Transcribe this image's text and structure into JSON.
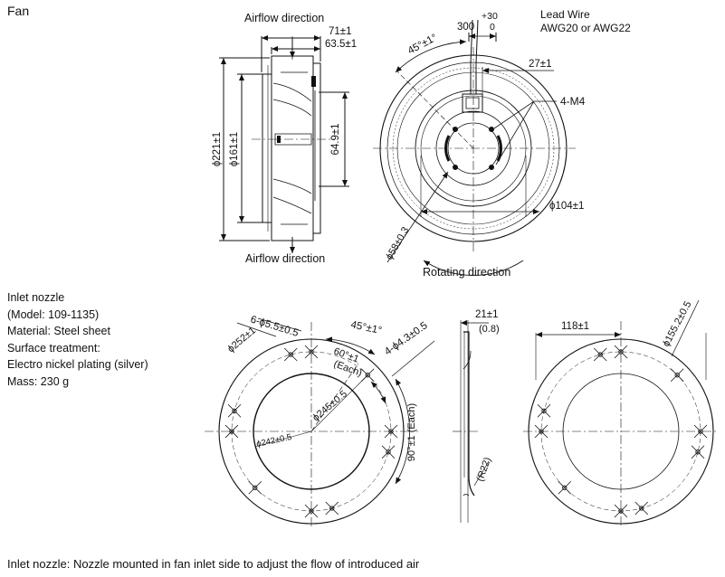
{
  "section_title": "Fan",
  "fan": {
    "airflow_top": "Airflow direction",
    "airflow_bottom": "Airflow direction",
    "dim_71": "71±1",
    "dim_63_5": "63.5±1",
    "dim_64_9": "64.9±1",
    "dim_d221": "ϕ221±1",
    "dim_d161": "ϕ161±1",
    "lead_300": "300",
    "lead_plus30": "+30",
    "lead_0": "0",
    "lead_wire_title": "Lead Wire",
    "lead_wire_spec": "AWG20 or AWG22",
    "angle_45": "45°±1°",
    "dim_27": "27±1",
    "holes_4m4": "4-M4",
    "dim_d104": "ϕ104±1",
    "dim_d58": "ϕ58±0.3",
    "rotating": "Rotating direction"
  },
  "nozzle_info": {
    "lines": [
      "Inlet nozzle",
      "(Model: 109-1135)",
      "Material: Steel sheet",
      "Surface treatment:",
      "Electro nickel plating (silver)",
      "Mass: 230 g"
    ]
  },
  "nozzle": {
    "d252": "ϕ252±1",
    "holes_6": "6-ϕ5.5±0.5",
    "angle_45": "45°±1°",
    "angle_60": "60°±1",
    "each_1": "(Each)",
    "holes_4": "4-ϕ4.3±0.5",
    "d245": "ϕ245±0.5",
    "d242": "ϕ242±0.5",
    "angle_90": "90°±1 (Each)",
    "dim_21": "21±1",
    "dim_0_8": "(0.8)",
    "r22": "(R22)",
    "dim_118": "118±1",
    "d155": "ϕ155.2±0.5"
  },
  "footer": "Inlet nozzle: Nozzle mounted in fan inlet side to adjust the flow of introduced air"
}
